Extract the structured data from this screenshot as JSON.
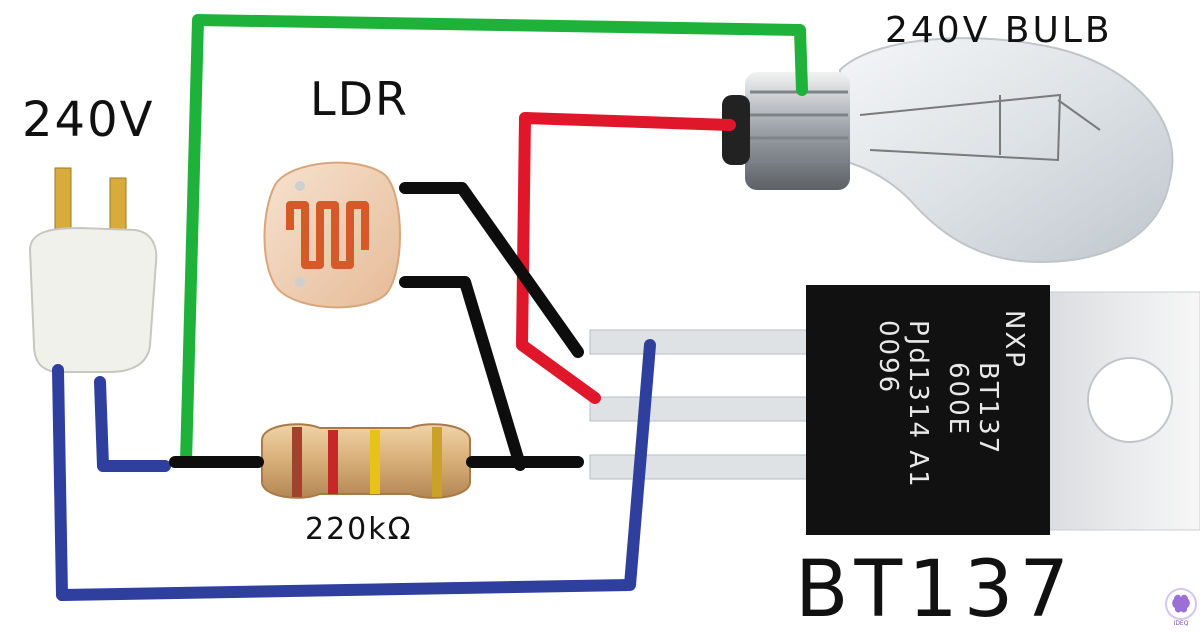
{
  "labels": {
    "supply": "240V",
    "ldr": "LDR",
    "bulb": "240V BULB",
    "resistor": "220kΩ",
    "triac": "BT137"
  },
  "chip_marking": {
    "logo": "NXP",
    "line1": "BT137",
    "line2": "600E",
    "line3": "PJd1314 A1",
    "line4": "0096"
  },
  "watermark": "IDEQ",
  "wire_colors": {
    "green": "#1fb23b",
    "red": "#e0172a",
    "blue": "#2e3f9e",
    "black": "#0d0d0d"
  }
}
